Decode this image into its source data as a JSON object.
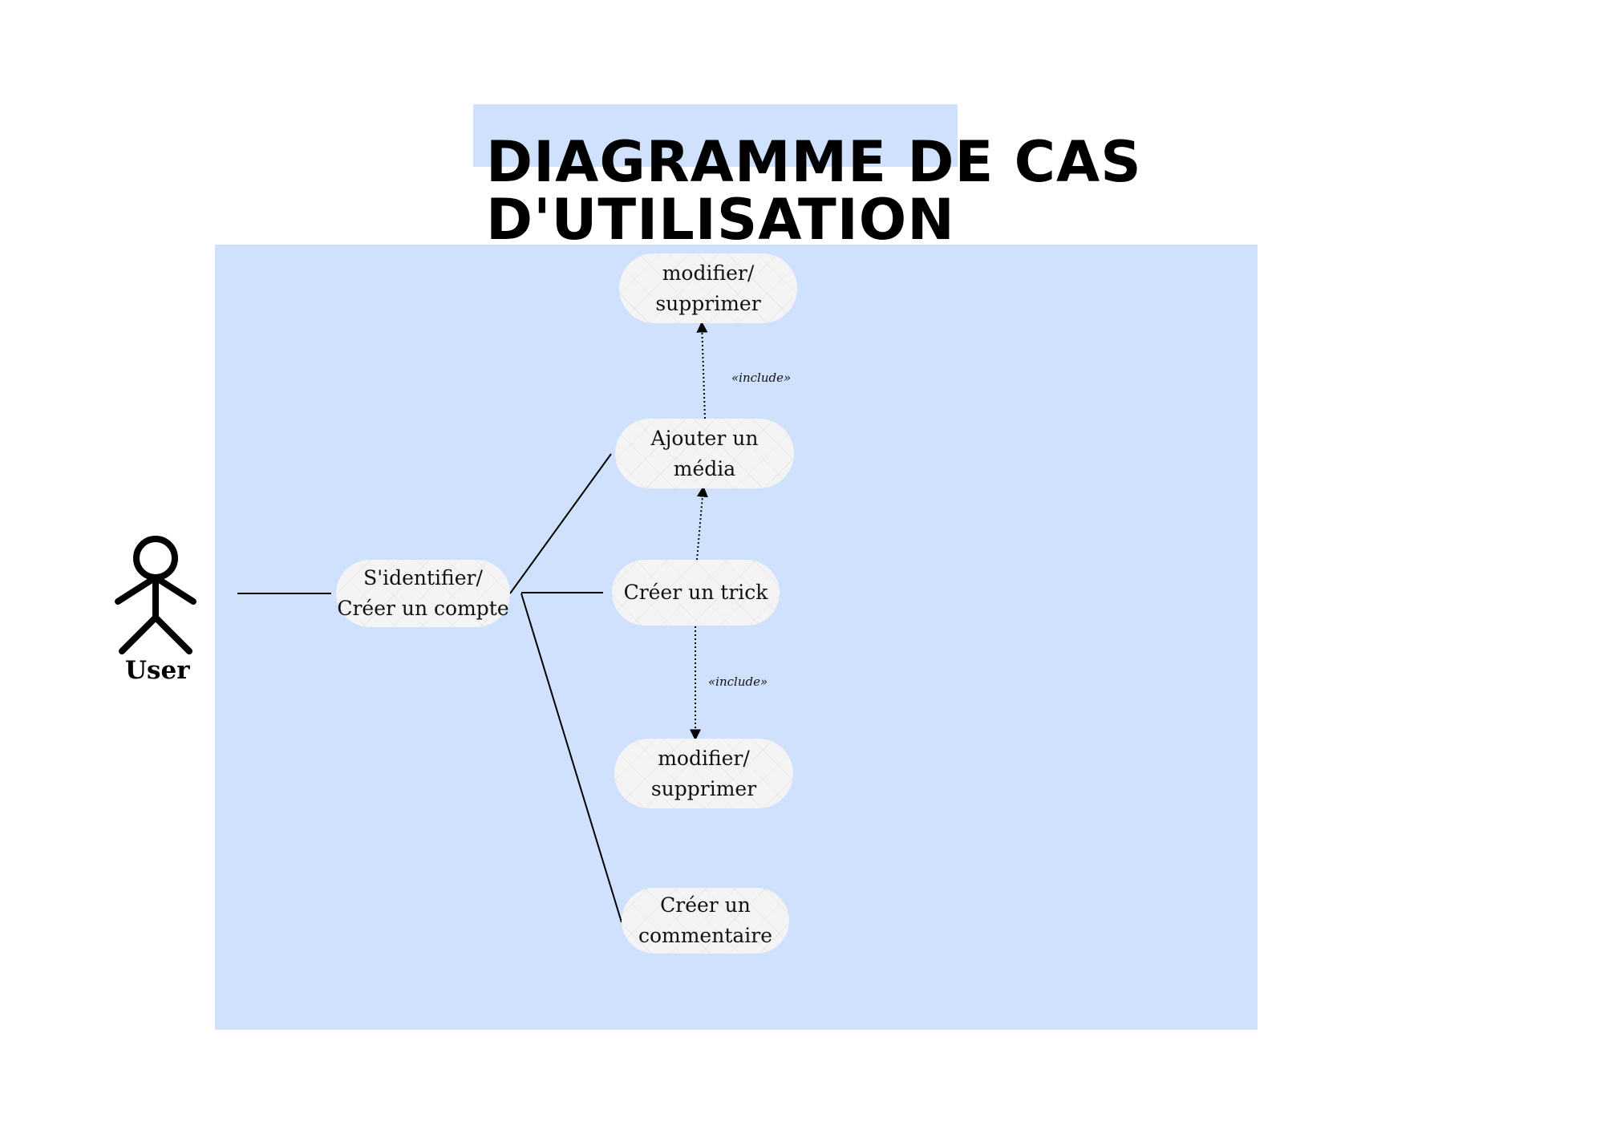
{
  "title": {
    "line1": "DIAGRAMME DE CAS",
    "line2": "D'UTILISATION"
  },
  "actor": {
    "label": "User"
  },
  "use_cases": {
    "identify": "S'identifier/\nCréer un compte",
    "add_media": "Ajouter un\nmédia",
    "edit_media": "modifier/\nsupprimer",
    "create_trick": "Créer un trick",
    "edit_trick": "modifier/\nsupprimer",
    "create_comment": "Créer un\ncommentaire"
  },
  "relations": {
    "include_media": "«include»",
    "include_trick": "«include»"
  },
  "colors": {
    "highlight": "#cfe1fd",
    "usecase_fill": "#f4f4f4",
    "ink": "#000000"
  }
}
